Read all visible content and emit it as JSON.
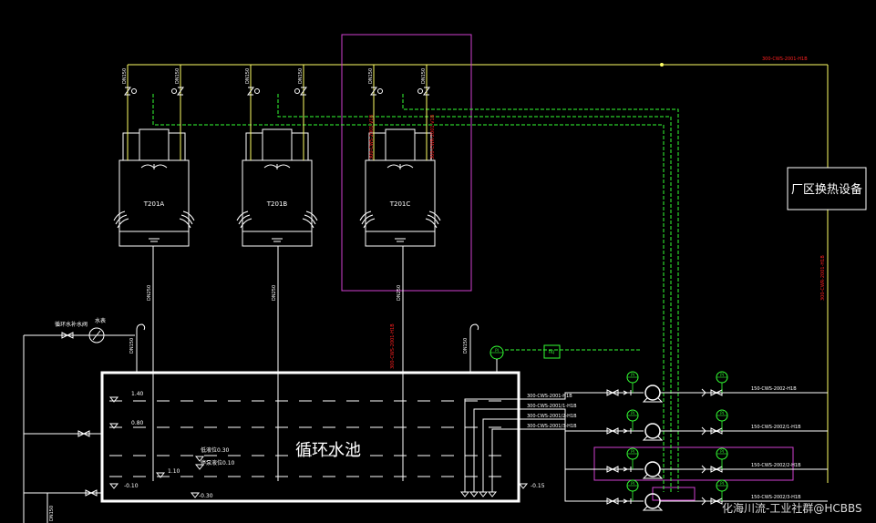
{
  "colors": {
    "background": "#000000",
    "pipe_yellow": "#ffff66",
    "pipe_green_dashed": "#33ff33",
    "pipe_red_label": "#ff2020",
    "equipment_white": "#ffffff",
    "highlight_magenta": "#d040d0",
    "instrument_green": "#33ff33",
    "watermark": "#ffffff"
  },
  "towers": [
    {
      "label": "T201A",
      "valve_left": "DN150",
      "valve_right": "DN150"
    },
    {
      "label": "T201B",
      "valve_left": "DN150",
      "valve_right": "DN150"
    },
    {
      "label": "T201C",
      "valve_left": "DN150",
      "valve_right": "DN150"
    }
  ],
  "tower_outlets": [
    "DN250",
    "DN250",
    "DN250"
  ],
  "tower_c_red_labels": [
    "300-CWS-2001-V1B",
    "300-CWR-2001-V1B"
  ],
  "top_header_label": "300-CWS-2001-H1B",
  "right_riser_label": "300-CWR-2001-H1B",
  "pool_outlet_red_label": "300-CWS-2001-H1B",
  "heat_exchanger": {
    "label": "厂区换热设备"
  },
  "pool": {
    "label": "循环水池",
    "levels": [
      "1.40",
      "0.80",
      "-0.10",
      "-0.30"
    ],
    "low_level_left": "低液位0.30",
    "low_level_mid": "停泵液位0.10",
    "bottom_mark": "1.10",
    "right_level": "-0.15"
  },
  "makeup": {
    "label": "循环水补水阀",
    "meter": "水表"
  },
  "vents": [
    "DN150",
    "DN150"
  ],
  "pool_out_lines": [
    "300-CWS-2001-H1B",
    "300-CWS-2001/1-H1B",
    "300-CWS-2001/2-H1B",
    "300-CWS-2001/3-H1B"
  ],
  "pump_out_lines": [
    "150-CWS-2002-H1B",
    "150-CWS-2002/1-H1B",
    "150-CWS-2002/2-H1B",
    "150-CWS-2002/3-H1B"
  ],
  "instruments_top": [
    "PI",
    "FIQ"
  ],
  "pump_instrument": "PI",
  "left_vertical_label": "DN150",
  "watermark": "化海川流-工业社群@HCBBS"
}
